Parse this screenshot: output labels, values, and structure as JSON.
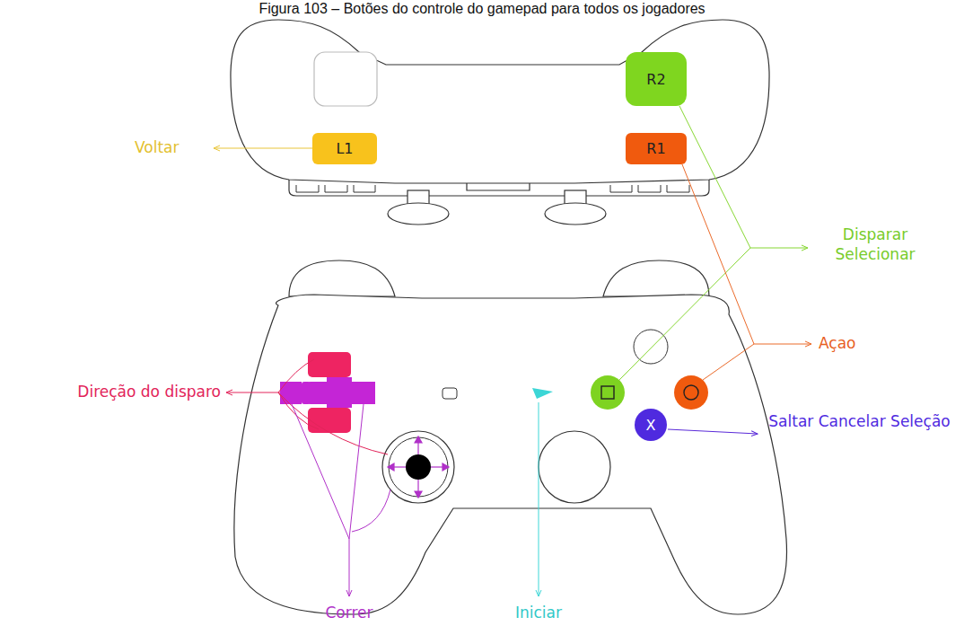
{
  "diagram": {
    "title": "Figura 103 – Botões do controle do gamepad para todos os jogadores",
    "nodes": [
      {
        "text": [
          "L1"
        ]
      },
      {
        "text": [
          "R2"
        ]
      },
      {
        "text": [
          "R1"
        ]
      },
      {
        "text": [
          "X"
        ]
      }
    ],
    "labels": [
      "Voltar",
      "Disparar Selecionar",
      "Açao",
      "Direção do disparo",
      "Saltar Cancelar Seleção",
      "Correr",
      "Iniciar"
    ]
  }
}
